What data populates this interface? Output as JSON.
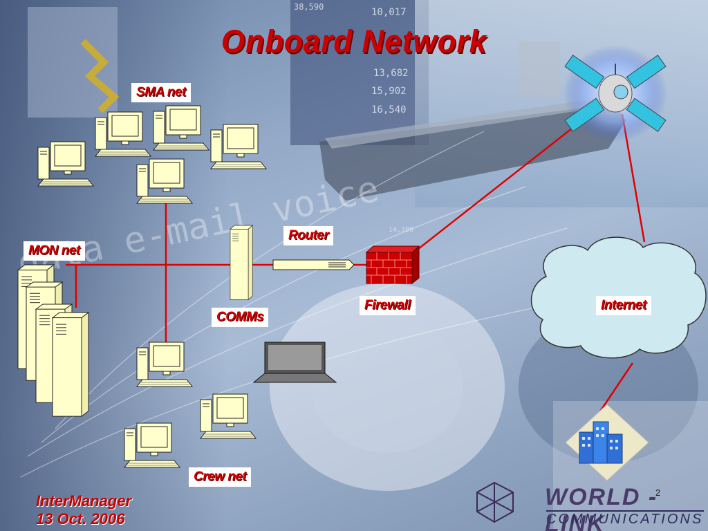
{
  "slide": {
    "title": "Onboard Network",
    "page_number": "2"
  },
  "labels": {
    "sma_net": "SMA net",
    "mon_net": "MON net",
    "router": "Router",
    "comms": "COMMs",
    "firewall": "Firewall",
    "internet": "Internet",
    "crew_net": "Crew net"
  },
  "footer": {
    "org": "InterManager",
    "date": "13 Oct. 2006"
  },
  "logo": {
    "name": "WORLD - LINK",
    "tagline": "COMMUNICATIONS"
  },
  "background_text": {
    "watermark_words": "data  e-mail  voice",
    "ticker_numbers": [
      "38,590",
      "10,017",
      "13,682",
      "15,902",
      "16,540",
      "14,386"
    ]
  },
  "colors": {
    "title_red": "#cc0000",
    "link_red": "#e00000",
    "device_fill": "#ffffcc",
    "cloud_fill": "#cfe9f0",
    "firewall_red": "#cc0000"
  },
  "icons": {
    "satellite": "satellite-icon",
    "building": "building-icon",
    "cloud": "cloud-icon",
    "firewall": "brick-wall-icon",
    "router": "router-icon",
    "computer": "desktop-computer-icon",
    "server": "tower-server-icon",
    "laptop": "laptop-icon"
  }
}
